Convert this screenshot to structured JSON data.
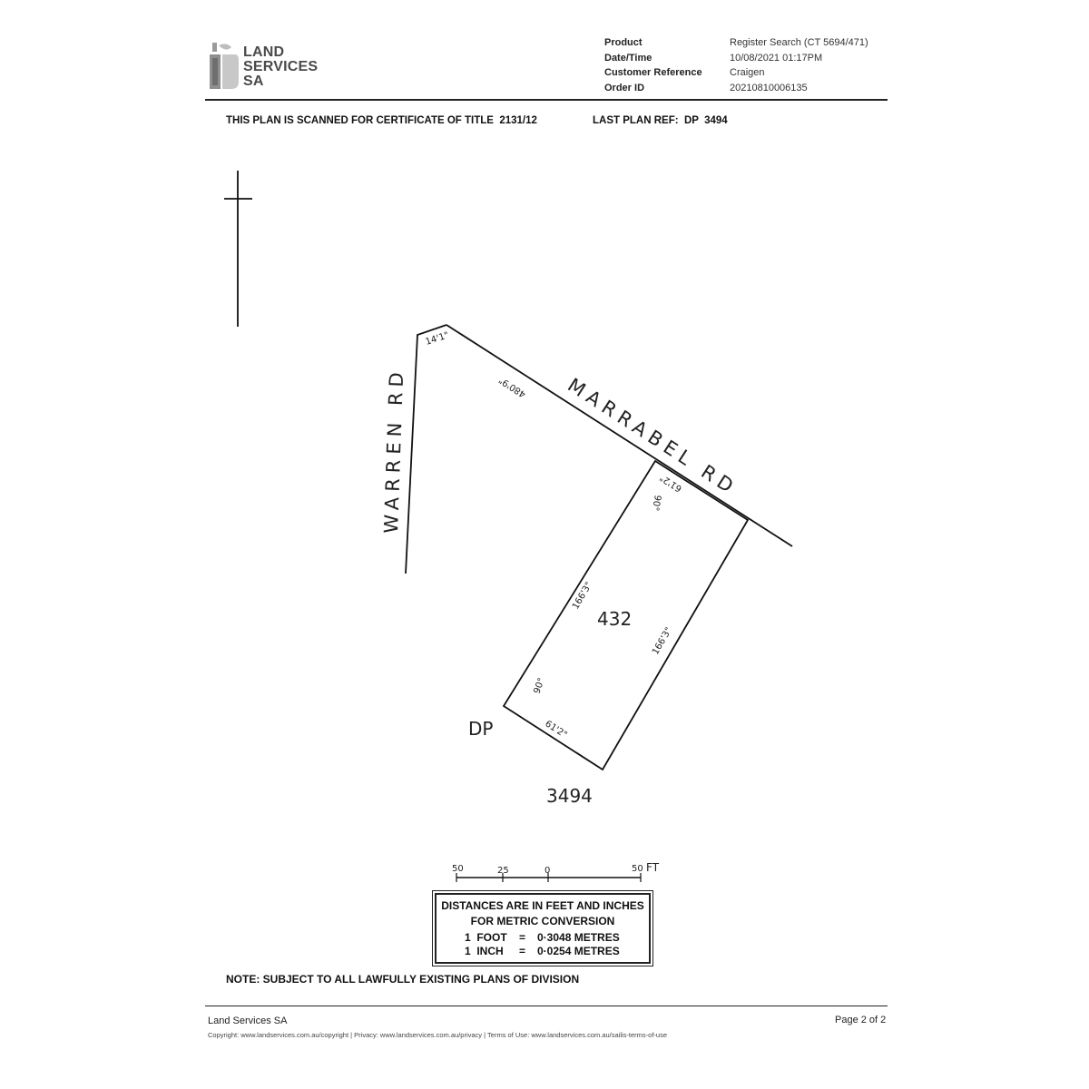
{
  "header": {
    "logo": {
      "lines": [
        "LAND",
        "SERVICES",
        "SA"
      ],
      "icon": "apple-leaf-icon"
    },
    "meta": [
      {
        "label": "Product",
        "value": "Register Search (CT 5694/471)"
      },
      {
        "label": "Date/Time",
        "value": "10/08/2021 01:17PM"
      },
      {
        "label": "Customer Reference",
        "value": "Craigen"
      },
      {
        "label": "Order ID",
        "value": "20210810006135"
      }
    ]
  },
  "plan": {
    "scanned_for": "THIS PLAN IS SCANNED FOR CERTIFICATE OF TITLE  2131/12",
    "last_plan_ref": "LAST PLAN REF:  DP  3494",
    "roads": {
      "warren": "WARREN RD",
      "marrabel": "MARRABEL RD"
    },
    "allotment": "432",
    "dims": {
      "top_short": "14'1\"",
      "marrabel_long": "480'9\"",
      "frontage": "61'2\"",
      "angle_top": "90°",
      "side_left": "166'3\"",
      "side_right": "166'3\"",
      "angle_bottom": "90°",
      "rear": "61'2\""
    },
    "dp_label": "DP",
    "dp_number": "3494",
    "scale": {
      "ticks": [
        "50",
        "25",
        "0",
        "50"
      ],
      "unit": "FT"
    }
  },
  "conversion_box": {
    "line1": "DISTANCES ARE IN FEET AND INCHES",
    "line2": "FOR METRIC CONVERSION",
    "rows": [
      {
        "left": "1  FOOT",
        "eq": "=",
        "right": "0·3048 METRES"
      },
      {
        "left": "1  INCH",
        "eq": "=",
        "right": "0·0254 METRES"
      }
    ]
  },
  "note": "NOTE: SUBJECT TO ALL LAWFULLY EXISTING PLANS OF DIVISION",
  "footer": {
    "org": "Land Services SA",
    "page": "Page 2 of 2",
    "copyright": "Copyright: www.landservices.com.au/copyright | Privacy: www.landservices.com.au/privacy | Terms of Use: www.landservices.com.au/sailis-terms-of-use"
  }
}
